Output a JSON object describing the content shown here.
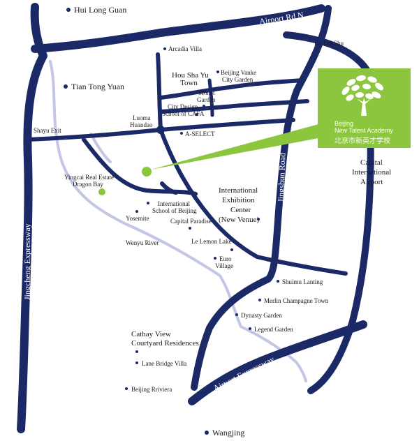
{
  "roads": {
    "airport_rd": "Airport Rd N.",
    "jingcheng": "Jingcheng Expressway",
    "jingshun": "Jingshun Road",
    "airport_expy": "Airport Expressway"
  },
  "places": {
    "hui_long_guan": "Hui Long Guan",
    "tian_tong_yuan": "Tian Tong Yuan",
    "ku_liu_shu": "Ku Liu Shu",
    "arcadia": "Arcadia Villa",
    "hou_sha_yu_1": "Hou Sha Yu",
    "hou_sha_yu_2": "Town",
    "vanke_1": "Beijing Vanke",
    "vanke_2": "City Garden",
    "monet_1": "Monet",
    "monet_2": "Garden",
    "city_design_1": "City Design",
    "city_design_2": "School of CAFA",
    "luoma_1": "Luoma",
    "luoma_2": "Huandao",
    "a_select": "A-SELECT",
    "shayu_exit": "Shayu Exit",
    "capital_airport_1": "Capital",
    "capital_airport_2": "International",
    "capital_airport_3": "Airport",
    "yingcai_1": "Yingcai Real Estate",
    "yingcai_2": "Dragon Bay",
    "intl_school_1": "International",
    "intl_school_2": "School of Beijing",
    "yosemite": "Yosemite",
    "capital_paradise": "Capital Paradise",
    "exhibition_1": "International",
    "exhibition_2": "Exhibition",
    "exhibition_3": "Center",
    "exhibition_4": "(New Venue)",
    "wenyu_river": "Wenyu River",
    "le_lemon_lake": "Le Lemon Lake",
    "euro_village_1": "Euro",
    "euro_village_2": "Village",
    "shuimu": "Shuimu Lanting",
    "merlin": "Merlin Champagne Town",
    "dynasty": "Dynasty Garden",
    "legend": "Legend Garden",
    "cathay_1": "Cathay View",
    "cathay_2": "Courtyard Residences",
    "lane_bridge": "Lane Bridge Villa",
    "riviera": "Beijing Rriviera",
    "wangjing": "Wangjing"
  },
  "callout": {
    "line1": "Beijing",
    "line2": "New Talent Academy",
    "line3": "北京市新英才学校",
    "logo_icon": "tree-logo-icon"
  },
  "colors": {
    "road": "#1b2a66",
    "river": "#c3c6e6",
    "accent": "#8cc63f"
  }
}
